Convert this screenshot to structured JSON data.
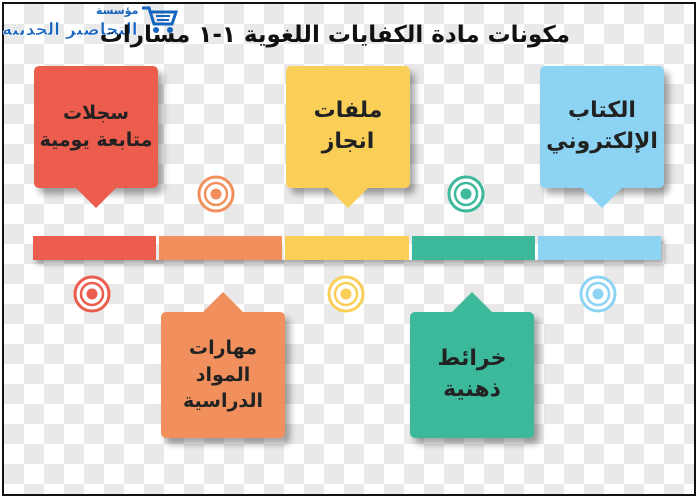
{
  "title": "مكونات مادة الكفايات اللغوية ١-١ مسارات",
  "logo": {
    "main": "التحاضير الحديثة",
    "sub": "مؤسسة"
  },
  "colors": {
    "red": "#ec5d4e",
    "orange": "#f1905c",
    "yellow": "#f9cf58",
    "teal": "#3cb89a",
    "blue": "#8cd3f4"
  },
  "cards": [
    {
      "lines": [
        "سجلات",
        "متابعة يومية"
      ],
      "color": "#ec5d4e"
    },
    {
      "lines": [
        "مهارات",
        "المواد",
        "الدراسية"
      ],
      "color": "#f1905c"
    },
    {
      "lines": [
        "ملفات",
        "انجاز"
      ],
      "color": "#f9cf58"
    },
    {
      "lines": [
        "خرائط",
        "ذهنية"
      ],
      "color": "#3cb89a"
    },
    {
      "lines": [
        "الكتاب",
        "الإلكتروني"
      ],
      "color": "#8cd3f4"
    }
  ]
}
